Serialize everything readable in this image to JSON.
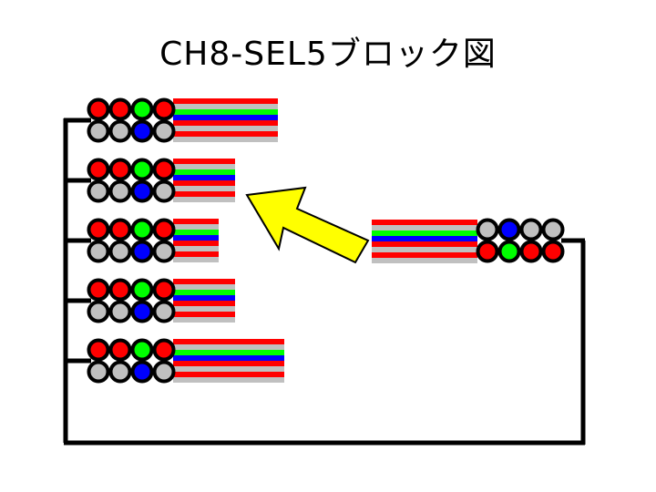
{
  "title": "CH8-SEL5ブロック図",
  "colors": {
    "red": "#ff0000",
    "green": "#00ff00",
    "blue": "#0000ff",
    "gray": "#c0c0c0",
    "wire": "#000000",
    "arrow_fill": "#ffff00",
    "background": "#ffffff"
  },
  "modules": [
    {
      "id": "module-1",
      "top_led_colors": [
        "red",
        "red",
        "green",
        "red"
      ],
      "bottom_led_colors": [
        "gray",
        "gray",
        "blue",
        "gray"
      ],
      "cable_stripes": [
        "red",
        "gray",
        "green",
        "blue",
        "red",
        "gray",
        "red",
        "gray"
      ]
    },
    {
      "id": "module-2",
      "top_led_colors": [
        "red",
        "red",
        "green",
        "red"
      ],
      "bottom_led_colors": [
        "gray",
        "gray",
        "blue",
        "gray"
      ],
      "cable_stripes": [
        "red",
        "gray",
        "green",
        "blue",
        "red",
        "gray",
        "red",
        "gray"
      ]
    },
    {
      "id": "module-3",
      "top_led_colors": [
        "red",
        "red",
        "green",
        "red"
      ],
      "bottom_led_colors": [
        "gray",
        "gray",
        "blue",
        "gray"
      ],
      "cable_stripes": [
        "red",
        "gray",
        "green",
        "blue",
        "red",
        "gray",
        "red",
        "gray"
      ]
    },
    {
      "id": "module-4",
      "top_led_colors": [
        "red",
        "red",
        "green",
        "red"
      ],
      "bottom_led_colors": [
        "gray",
        "gray",
        "blue",
        "gray"
      ],
      "cable_stripes": [
        "red",
        "gray",
        "green",
        "blue",
        "red",
        "gray",
        "red",
        "gray"
      ]
    },
    {
      "id": "module-5",
      "top_led_colors": [
        "red",
        "red",
        "green",
        "red"
      ],
      "bottom_led_colors": [
        "gray",
        "gray",
        "blue",
        "gray"
      ],
      "cable_stripes": [
        "red",
        "gray",
        "green",
        "blue",
        "red",
        "gray",
        "red",
        "gray"
      ]
    }
  ],
  "source_module": {
    "top_led_colors": [
      "gray",
      "blue",
      "gray",
      "gray"
    ],
    "bottom_led_colors": [
      "red",
      "green",
      "red",
      "red"
    ],
    "cable_stripes": [
      "red",
      "gray",
      "green",
      "blue",
      "red",
      "gray",
      "red",
      "gray"
    ]
  }
}
